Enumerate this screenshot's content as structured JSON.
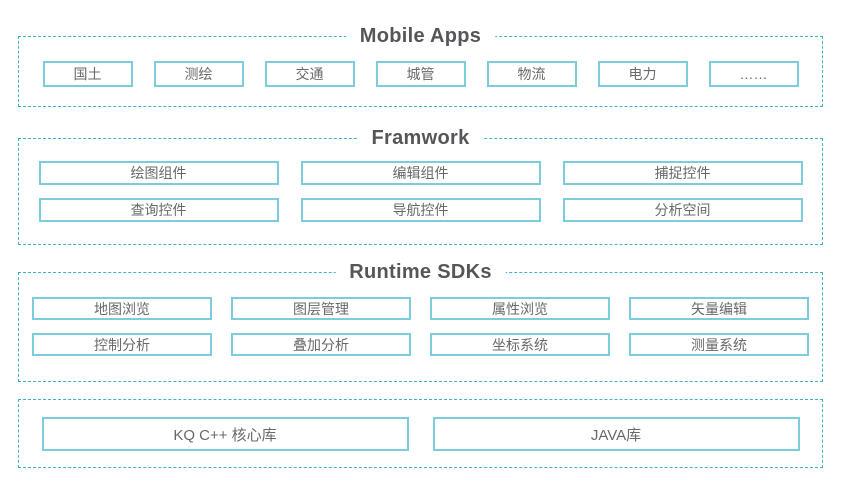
{
  "colors": {
    "background": "#ffffff",
    "dashed_border": "#3fb3c4",
    "box_border": "#7bcddd",
    "box_text": "#68696b",
    "title_text": "#55565a"
  },
  "sections": [
    {
      "id": "mobile-apps",
      "title": "Mobile Apps",
      "rows": [
        [
          "国土",
          "测绘",
          "交通",
          "城管",
          "物流",
          "电力",
          "……"
        ]
      ]
    },
    {
      "id": "framework",
      "title": "Framwork",
      "rows": [
        [
          "绘图组件",
          "编辑组件",
          "捕捉控件"
        ],
        [
          "查询控件",
          "导航控件",
          "分析空间"
        ]
      ]
    },
    {
      "id": "runtime-sdks",
      "title": "Runtime SDKs",
      "rows": [
        [
          "地图浏览",
          "图层管理",
          "属性浏览",
          "矢量编辑"
        ],
        [
          "控制分析",
          "叠加分析",
          "坐标系统",
          "测量系统"
        ]
      ]
    },
    {
      "id": "core-libraries",
      "title": "",
      "rows": [
        [
          "KQ C++ 核心库",
          "JAVA库"
        ]
      ]
    }
  ]
}
